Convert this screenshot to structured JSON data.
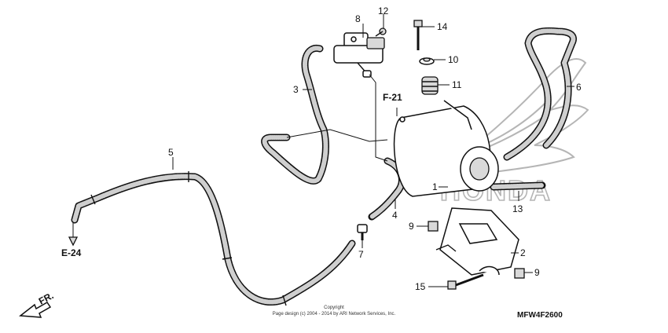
{
  "callouts": {
    "p1": "1",
    "p2": "2",
    "p3": "3",
    "p4": "4",
    "p5": "5",
    "p6": "6",
    "p7": "7",
    "p8": "8",
    "p9a": "9",
    "p9b": "9",
    "p10": "10",
    "p11": "11",
    "p12": "12",
    "p13": "13",
    "p14": "14",
    "p15": "15"
  },
  "references": {
    "f21": "F-21",
    "e24": "E-24",
    "front": "FR."
  },
  "watermark": {
    "brand": "HONDA"
  },
  "footer": {
    "copyright_line1": "Copyright",
    "copyright_line2": "Page design (c) 2004 - 2014 by ARI Network Services, Inc.",
    "diagram_code": "MFW4F2600"
  },
  "colors": {
    "line": "#111111",
    "hose_fill": "#cfcfcf",
    "watermark": "#b5b5b5"
  }
}
